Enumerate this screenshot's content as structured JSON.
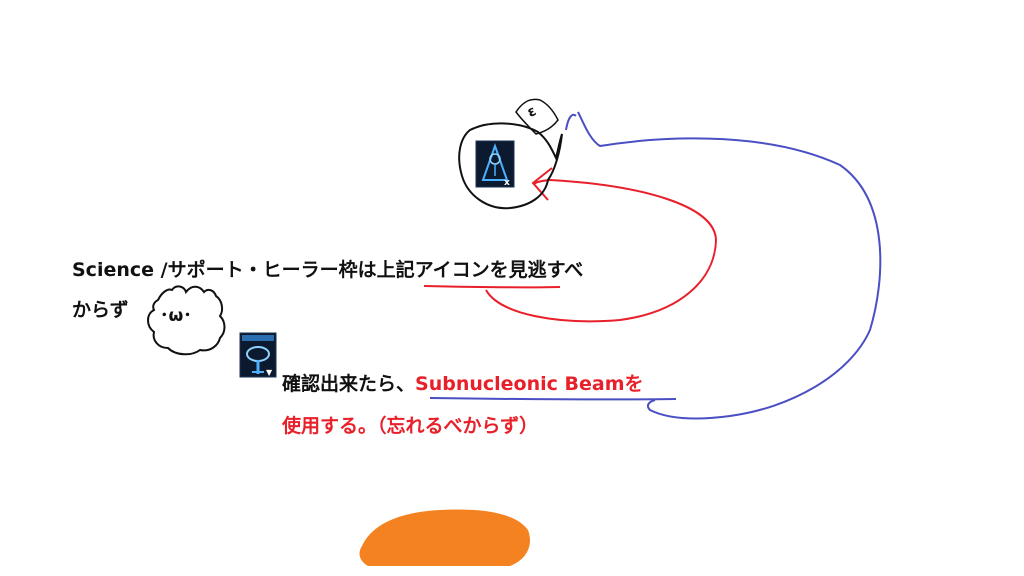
{
  "lines": {
    "line1_prefix": "Science /サポート・ヒーラー枠は",
    "line1_highlight": "上記アイコン",
    "line1_suffix": "を見逃すべ",
    "line2": "からず",
    "line3_prefix": "確認出来たら、",
    "line3_highlight": "Subnucleonic Beamを",
    "line4": "使用する。（忘れるべからず）"
  },
  "kaomoji": {
    "omega_face": "･ω･",
    "epsilon_face": "ε"
  },
  "icons": {
    "top_icon": "tech-ability-icon",
    "top_icon_badge": "x",
    "mid_icon": "subnucleonic-beam-icon",
    "mid_icon_badge": "▼"
  },
  "colors": {
    "red": "#e8202a",
    "blue": "#4a4fc4",
    "orange": "#f58220",
    "text": "#111111",
    "icon_bg": "#0b1a2e",
    "icon_glow": "#4ab0ff"
  }
}
